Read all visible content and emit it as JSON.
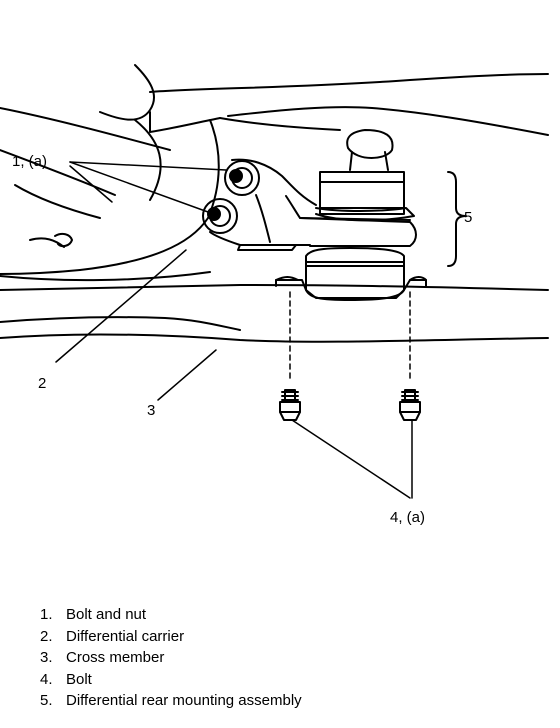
{
  "callouts": {
    "bolt_nut_top": "1, (a)",
    "differential_carrier": "2",
    "cross_member": "3",
    "bolt_bottom": "4, (a)",
    "mounting_assembly": "5"
  },
  "legend": [
    {
      "num": "1.",
      "text": "Bolt and nut"
    },
    {
      "num": "2.",
      "text": "Differential carrier"
    },
    {
      "num": "3.",
      "text": "Cross member"
    },
    {
      "num": "4.",
      "text": "Bolt"
    },
    {
      "num": "5.",
      "text": "Differential rear mounting assembly"
    }
  ]
}
